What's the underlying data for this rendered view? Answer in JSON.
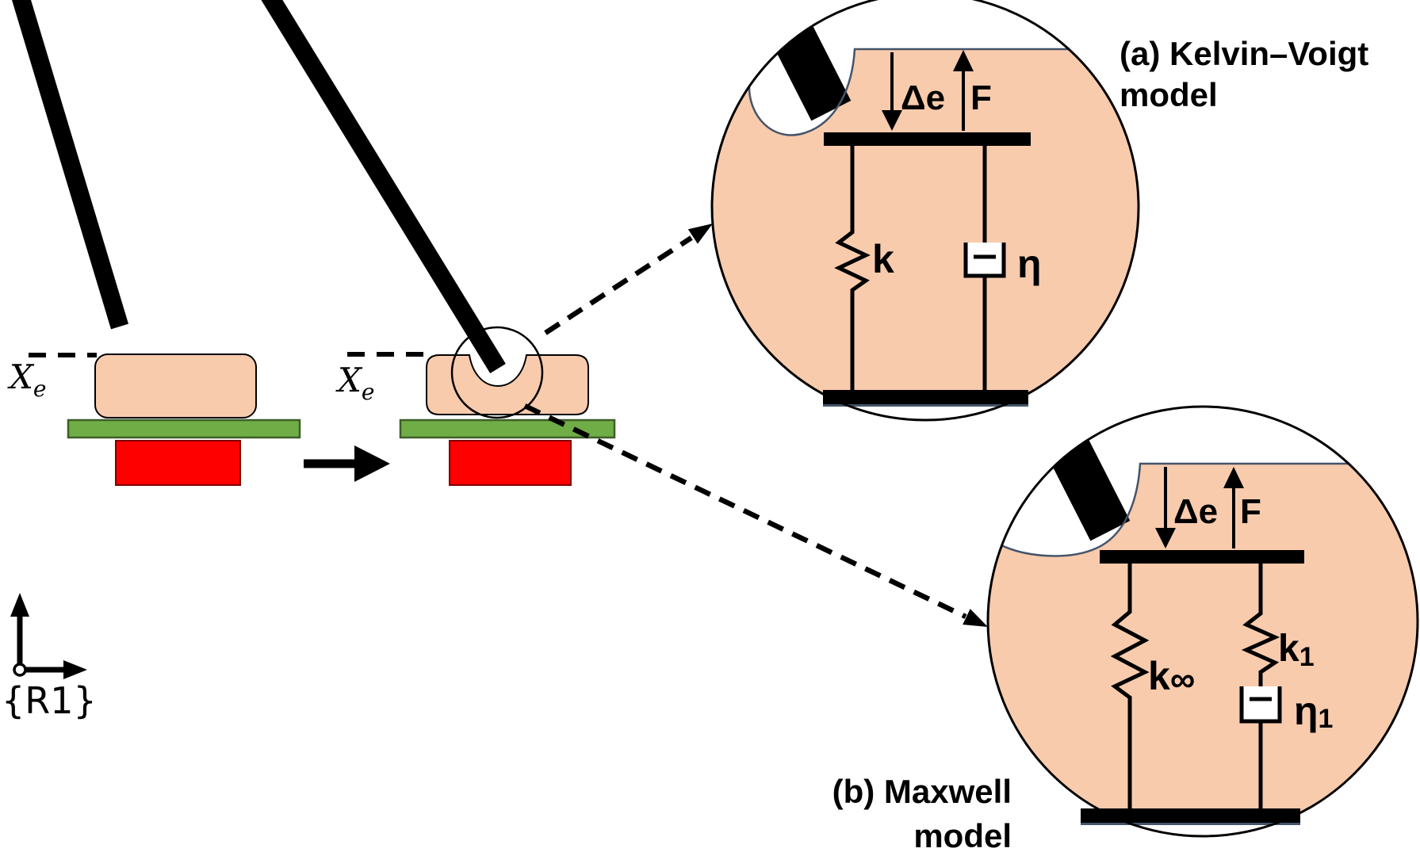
{
  "colors": {
    "tissue": "#F8CBAD",
    "plate_green": "#70AD47",
    "plate_green_border": "#507E32",
    "base_red": "#FF0000",
    "base_red_border": "#7F0000",
    "surface_line": "#44546A",
    "ink": "#000000"
  },
  "scene_before": {
    "x_ref": "X",
    "x_ref_sub": "e"
  },
  "scene_after": {
    "x_ref": "X",
    "x_ref_sub": "e"
  },
  "frame": {
    "label": "{R1}"
  },
  "model_a": {
    "caption_line1": "(a)  Kelvin–Voigt",
    "caption_line2": "model",
    "indent_label": "Δe",
    "force_label": "F",
    "spring_label": "k",
    "damper_label": "η"
  },
  "model_b": {
    "caption_line1": "(b)  Maxwell",
    "caption_line2": "model",
    "indent_label": "Δe",
    "force_label": "F",
    "spring_inf_label": "k",
    "spring_inf_sub": "∞",
    "spring1_label": "k",
    "spring1_sub": "1",
    "damper1_label": "η",
    "damper1_sub": "1"
  }
}
